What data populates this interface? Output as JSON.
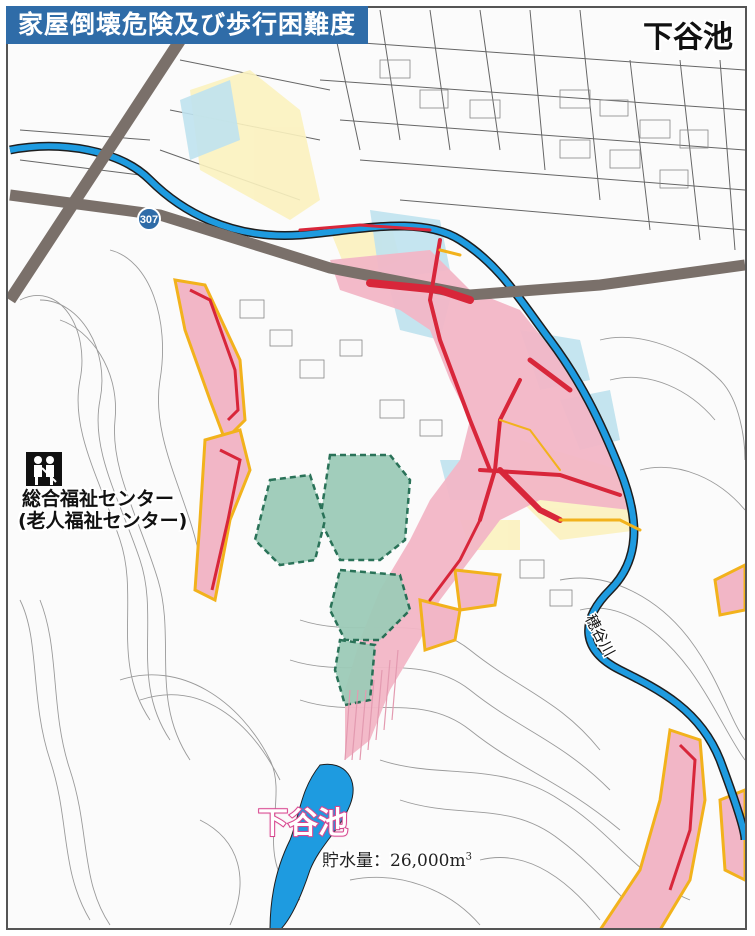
{
  "title": "家屋倒壊危険及び歩行困難度",
  "pond_label_top": "下谷池",
  "facility": {
    "icon": "elderly-care-facility-icon",
    "name": "総合福祉センター",
    "sub": "(老人福祉センター)"
  },
  "pond": {
    "name": "下谷池",
    "storage_label": "貯水量：",
    "storage_value": "26,000m",
    "storage_unit_sup": "3"
  },
  "route_shield": "307",
  "river_name": "穂谷川",
  "colors": {
    "title_bg": "#2f6ca8",
    "river": "#1e9be0",
    "highway": "#7a706a",
    "high_risk_area": "#f2b6c6",
    "mid_risk_area": "#bfe2ee",
    "low_risk_area": "#fbf2bf",
    "collapse_hazard_edge_red": "#d8263a",
    "collapse_hazard_edge_yellow": "#f2b21c",
    "slope_green": "#9dcbb8",
    "slope_outline": "#1f6b50"
  }
}
